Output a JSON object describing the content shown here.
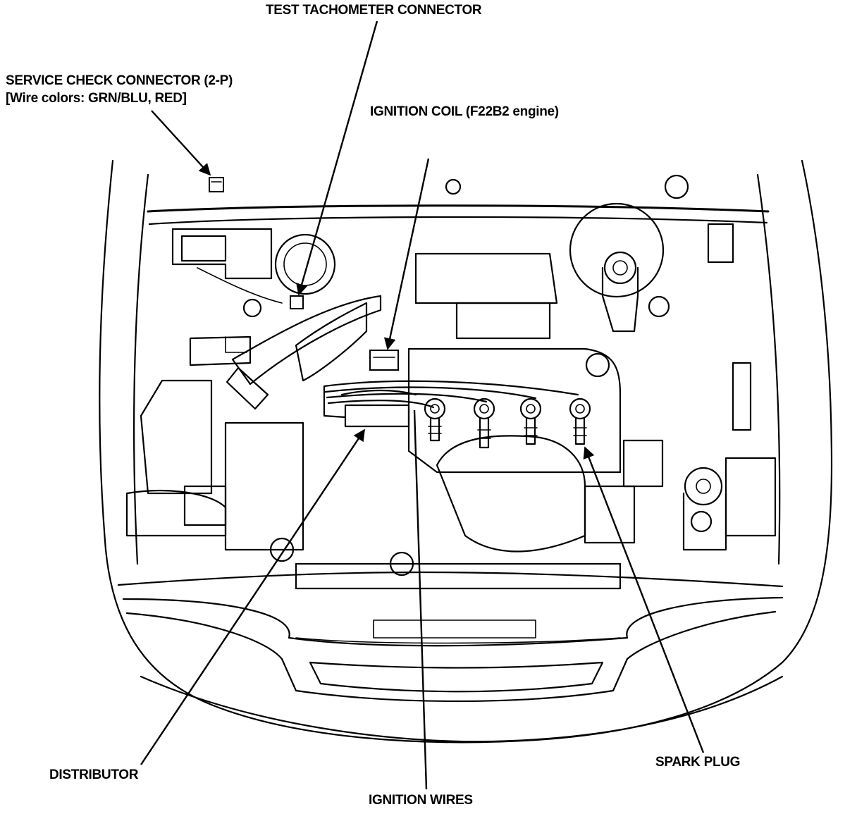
{
  "labels": {
    "test_tach": "TEST TACHOMETER CONNECTOR",
    "service_check_1": "SERVICE CHECK CONNECTOR (2-P)",
    "service_check_2": "[Wire colors: GRN/BLU, RED]",
    "ignition_coil": "IGNITION COIL (F22B2 engine)",
    "distributor": "DISTRIBUTOR",
    "ignition_wires": "IGNITION WIRES",
    "spark_plug": "SPARK PLUG"
  }
}
